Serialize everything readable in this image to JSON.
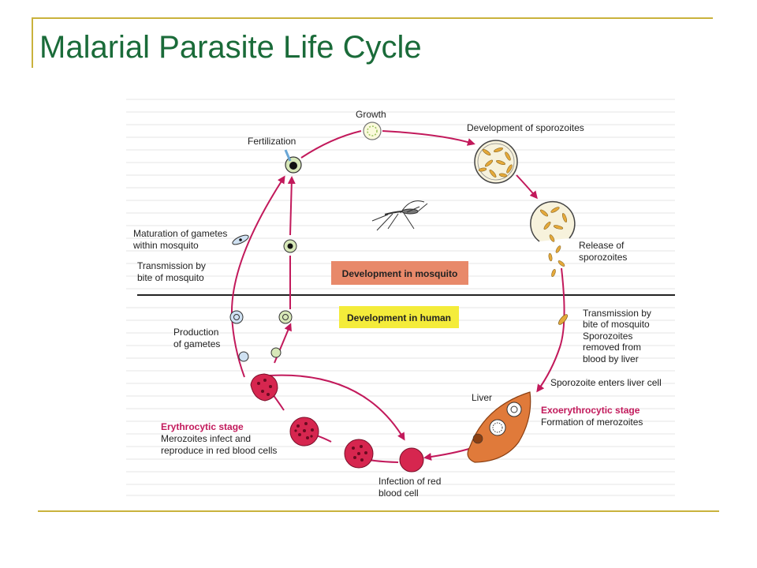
{
  "slide": {
    "title": "Malarial Parasite Life Cycle"
  },
  "diagram": {
    "labels": {
      "growth": "Growth",
      "fertilization": "Fertilization",
      "dev_sporozoites": "Development of sporozoites",
      "release_1": "Release of",
      "release_2": "sporozoites",
      "maturation_1": "Maturation of gametes",
      "maturation_2": "within mosquito",
      "transmission_left_1": "Transmission by",
      "transmission_left_2": "bite of mosquito",
      "dev_mosquito": "Development in mosquito",
      "dev_human": "Development in human",
      "transmission_right_1": "Transmission by",
      "transmission_right_2": "bite of mosquito",
      "removed_1": "Sporozoites",
      "removed_2": "removed from",
      "removed_3": "blood by liver",
      "production_1": "Production",
      "production_2": "of gametes",
      "enters_liver": "Sporozoite enters liver cell",
      "liver": "Liver",
      "exo_title": "Exoerythrocytic stage",
      "exo_sub": "Formation of merozoites",
      "ery_title": "Erythrocytic stage",
      "ery_sub_1": "Merozoites infect and",
      "ery_sub_2": "reproduce in red blood cells",
      "infection_1": "Infection of red",
      "infection_2": "blood cell"
    },
    "colors": {
      "title": "#1a6b39",
      "rule": "#c9b23d",
      "arrow": "#c2195b",
      "mosquito_box": "#e8896a",
      "human_box": "#f4ec3a",
      "stage_title": "#c2195b",
      "rbc": "#d6264f",
      "liver": "#e07a3a",
      "sporozoite": "#e5a93a"
    }
  }
}
